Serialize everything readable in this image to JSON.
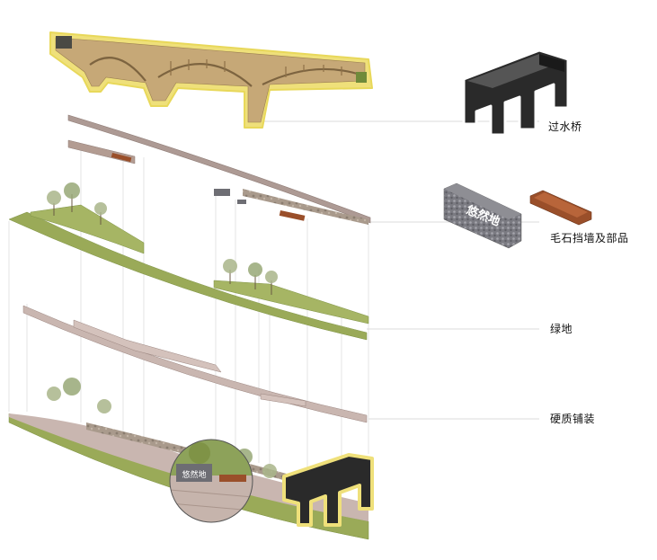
{
  "layers": [
    {
      "id": "bridge",
      "label": "过水桥"
    },
    {
      "id": "wall",
      "label": "毛石挡墙及部品"
    },
    {
      "id": "green",
      "label": "绿地"
    },
    {
      "id": "paving",
      "label": "硬质铺装"
    }
  ],
  "sign_text": "悠然地",
  "colors": {
    "green": "#9aaa58",
    "green_dark": "#7f9346",
    "paving": "#c9b6b0",
    "paving_edge": "#9c8680",
    "bridge_stone": "#c6a877",
    "highlight": "#efe07a",
    "bridge_icon": "#2a2a2a",
    "wall_stone": "#8e8e94",
    "wall_rust": "#9a4f2a",
    "leader": "#cfcfcf"
  }
}
